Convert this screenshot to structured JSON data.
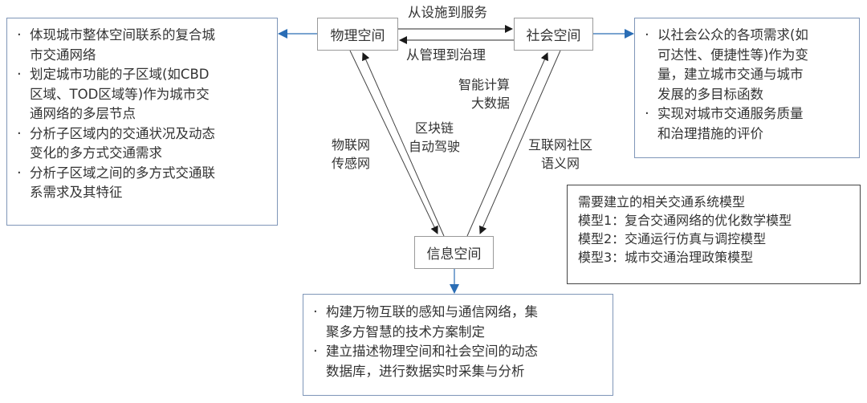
{
  "nodes": {
    "physical": "物理空间",
    "social": "社会空间",
    "info": "信息空间"
  },
  "edge_labels": {
    "physical_to_social": "从设施到服务",
    "social_to_physical": "从管理到治理",
    "physical_info_outer": [
      "物联网",
      "传感网"
    ],
    "physical_info_inner": [
      "区块链",
      "自动驾驶"
    ],
    "social_info_inner": [
      "智能计算",
      "大数据"
    ],
    "social_info_outer": [
      "互联网社区",
      "语义网"
    ]
  },
  "physical_details": [
    "体现城市整体空间联系的复合城市交通网络",
    "划定城市功能的子区域(如CBD区域、TOD区域等)作为城市交通网络的多层节点",
    "分析子区域内的交通状况及动态变化的多方式交通需求",
    "分析子区域之间的多方式交通联系需求及其特征"
  ],
  "physical_details_lines": [
    [
      "体现城市整体空间联系的复合城",
      "市交通网络"
    ],
    [
      "划定城市功能的子区域(如CBD",
      "区域、TOD区域等)作为城市交",
      "通网络的多层节点"
    ],
    [
      "分析子区域内的交通状况及动态",
      "变化的多方式交通需求"
    ],
    [
      "分析子区域之间的多方式交通联",
      "系需求及其特征"
    ]
  ],
  "social_details_lines": [
    [
      "以社会公众的各项需求(如",
      "可达性、便捷性等)作为变",
      "量，建立城市交通与城市",
      "发展的多目标函数"
    ],
    [
      "实现对城市交通服务质量",
      "和治理措施的评价"
    ]
  ],
  "info_details_lines": [
    [
      "构建万物互联的感知与通信网络，集",
      "聚多方智慧的技术方案制定"
    ],
    [
      "建立描述物理空间和社会空间的动态",
      "数据库，进行数据实时采集与分析"
    ]
  ],
  "models": {
    "title": "需要建立的相关交通系统模型",
    "items": [
      "模型1：复合交通网络的优化数学模型",
      "模型2：交通运行仿真与调控模型",
      "模型3：城市交通治理政策模型"
    ]
  },
  "colors": {
    "accent_blue": "#2a6db5",
    "box_border_blue": "#7f96b8",
    "node_border": "#9a9a9a",
    "arrow_black": "#1a1a1a"
  }
}
